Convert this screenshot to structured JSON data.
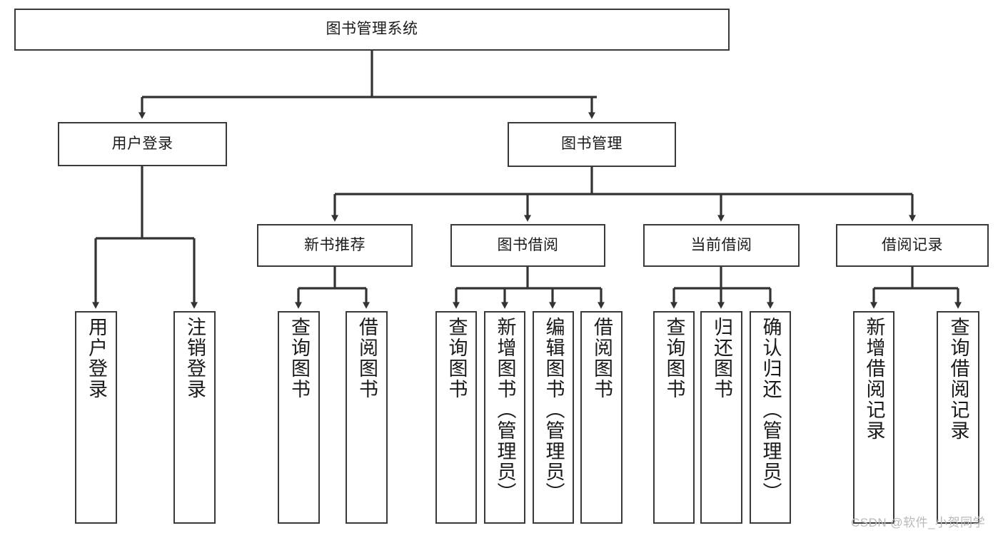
{
  "diagram": {
    "title": "图书管理系统",
    "watermark": "CSDN @软件_小贺同学",
    "stroke_color": "#3a3a3a",
    "text_color": "#1a1a1a",
    "background": "#ffffff",
    "levels": {
      "root": {
        "label": "图书管理系统"
      },
      "level2": [
        {
          "label": "用户登录"
        },
        {
          "label": "图书管理"
        }
      ],
      "level3": [
        {
          "label": "新书推荐"
        },
        {
          "label": "图书借阅"
        },
        {
          "label": "当前借阅"
        },
        {
          "label": "借阅记录"
        }
      ],
      "leaves": [
        {
          "label": "用户登录",
          "parent": "用户登录"
        },
        {
          "label": "注销登录",
          "parent": "用户登录"
        },
        {
          "label": "查询图书",
          "parent": "新书推荐"
        },
        {
          "label": "借阅图书",
          "parent": "新书推荐"
        },
        {
          "label": "查询图书",
          "parent": "图书借阅"
        },
        {
          "label": "新增图书（管理员）",
          "parent": "图书借阅"
        },
        {
          "label": "编辑图书（管理员）",
          "parent": "图书借阅"
        },
        {
          "label": "借阅图书",
          "parent": "图书借阅"
        },
        {
          "label": "查询图书",
          "parent": "当前借阅"
        },
        {
          "label": "归还图书",
          "parent": "当前借阅"
        },
        {
          "label": "确认归还（管理员）",
          "parent": "当前借阅"
        },
        {
          "label": "新增借阅记录",
          "parent": "借阅记录"
        },
        {
          "label": "查询借阅记录",
          "parent": "借阅记录"
        }
      ]
    }
  }
}
